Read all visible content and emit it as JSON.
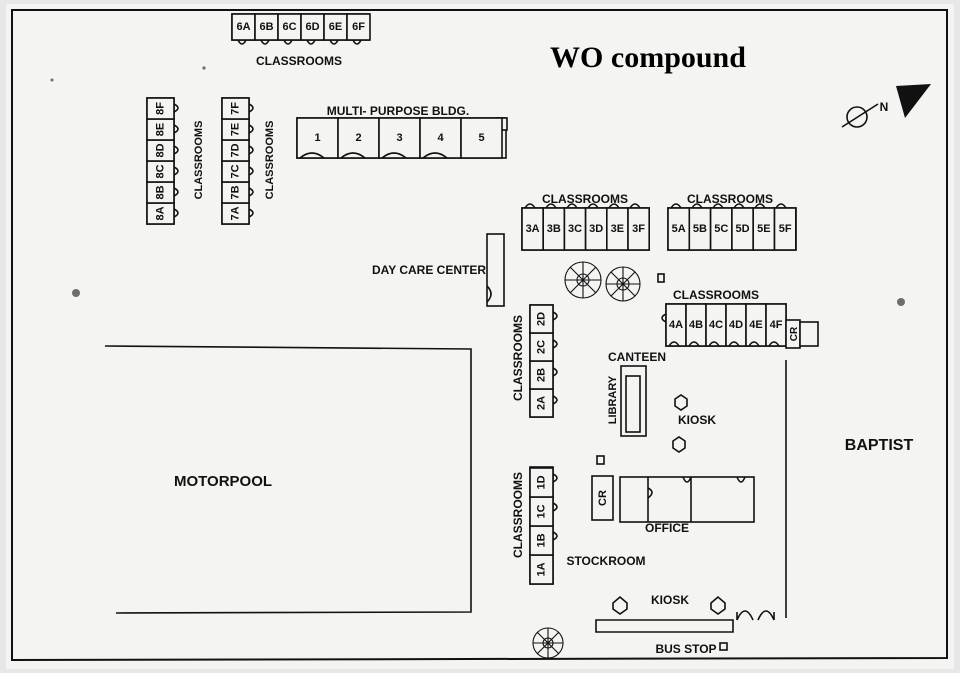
{
  "title": "WO compound",
  "north_symbol": "N",
  "labels": {
    "classrooms": "CLASSROOMS",
    "multi_purpose": "MULTI- PURPOSE BLDG.",
    "day_care": "DAY CARE CENTER",
    "canteen": "CANTEEN",
    "library": "LIBRARY",
    "kiosk": "KIOSK",
    "cr": "CR",
    "office": "OFFICE",
    "stockroom": "STOCKROOM",
    "motorpool": "MOTORPOOL",
    "baptist": "BAPTIST",
    "bus_stop": "BUS STOP"
  },
  "rooms": {
    "block6": [
      "6A",
      "6B",
      "6C",
      "6D",
      "6E",
      "6F"
    ],
    "block8": [
      "8A",
      "8B",
      "8C",
      "8D",
      "8E",
      "8F"
    ],
    "block7": [
      "7A",
      "7B",
      "7C",
      "7D",
      "7E",
      "7F"
    ],
    "multi_purpose": [
      "1",
      "2",
      "3",
      "4",
      "5"
    ],
    "block3": [
      "3A",
      "3B",
      "3C",
      "3D",
      "3E",
      "3F"
    ],
    "block5": [
      "5A",
      "5B",
      "5C",
      "5D",
      "5E",
      "5F"
    ],
    "block4": [
      "4A",
      "4B",
      "4C",
      "4D",
      "4E",
      "4F"
    ],
    "block2": [
      "2A",
      "2B",
      "2C",
      "2D"
    ],
    "block1": [
      "1A",
      "1B",
      "1C",
      "1D"
    ]
  }
}
